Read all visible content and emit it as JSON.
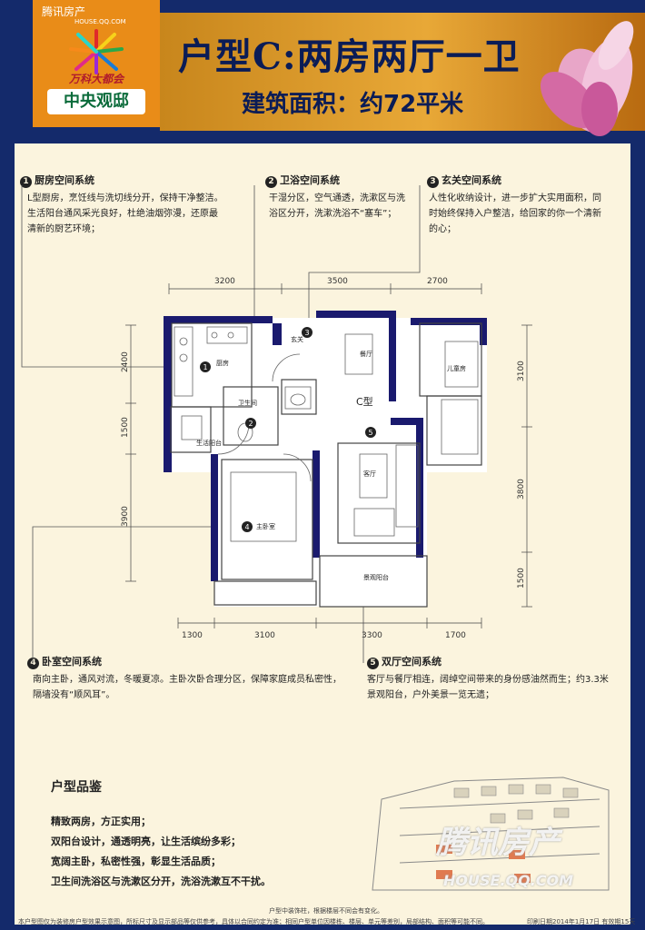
{
  "header": {
    "logo_watermark": "腾讯房产",
    "logo_url": "HOUSE.QQ.COM",
    "logo_small": "万科大都会",
    "logo_main": "中央观邸",
    "title": "户型C:两房两厅一卫",
    "subtitle": "建筑面积：约72平米"
  },
  "sections": [
    {
      "num": "1",
      "title": "厨房空间系统",
      "lines": [
        "L型厨房，烹饪线与洗切线分开，保持干净整洁。",
        "生活阳台通风采光良好，杜绝油烟弥漫，还原最",
        "清新的厨艺环境；"
      ]
    },
    {
      "num": "2",
      "title": "卫浴空间系统",
      "lines": [
        "干湿分区，空气通透，洗漱区与洗",
        "浴区分开，洗漱洗浴不“塞车”；"
      ]
    },
    {
      "num": "3",
      "title": "玄关空间系统",
      "lines": [
        "人性化收纳设计，进一步扩大实用面积，同",
        "时始终保持入户整洁，给回家的你一个清新",
        "的心；"
      ]
    },
    {
      "num": "4",
      "title": "卧室空间系统",
      "lines": [
        "南向主卧，通风对流，冬暖夏凉。主卧次卧合理分区，保障家庭成员私密性，",
        "隔墙没有“顺风耳”。"
      ]
    },
    {
      "num": "5",
      "title": "双厅空间系统",
      "lines": [
        "客厅与餐厅相连，阔绰空间带来的身份感油然而生；约3.3米",
        "景观阳台，户外美景一览无遗；"
      ]
    }
  ],
  "plan": {
    "dims_top": [
      "3200",
      "3500",
      "2700"
    ],
    "dims_bottom": [
      "1300",
      "3100",
      "3300",
      "1700"
    ],
    "dims_left": [
      "2400",
      "1500",
      "3900"
    ],
    "dims_right": [
      "3100",
      "3800",
      "1500"
    ],
    "type_label": "C型",
    "rooms": {
      "kitchen": "厨房",
      "bath": "卫生间",
      "balcony_life": "生活阳台",
      "entry": "玄关",
      "dining": "餐厅",
      "second_bed": "儿童房",
      "living": "客厅",
      "master": "主卧室",
      "view_balcony": "景观阳台"
    }
  },
  "review": {
    "title": "户型品鉴",
    "items": [
      "精致两房，方正实用；",
      "双阳台设计，通透明亮，让生活缤纷多彩；",
      "宽阔主卧，私密性强，彰显生活品质；",
      "卫生间洗浴区与洗漱区分开，洗浴洗漱互不干扰。"
    ]
  },
  "notes": {
    "center": "户型中装饰柱，根据楼层不同会有变化。",
    "left": "本户型图仅为装修房户型效果示意图，所标尺寸及显示部品等仅供参考，具体以合同约定为准；相同户型单位因楼栋、楼层、单元等差别，局部结构、面积等可能不同。",
    "right": "印刷日期2014年1月17日  有效期15天"
  },
  "watermark": {
    "cn": "腾讯房产",
    "en": "HOUSE.QQ.COM"
  },
  "colors": {
    "navy": "#142a6b",
    "orange": "#e98c18",
    "cream": "#fbf4de",
    "wall": "#1a1a6e"
  }
}
